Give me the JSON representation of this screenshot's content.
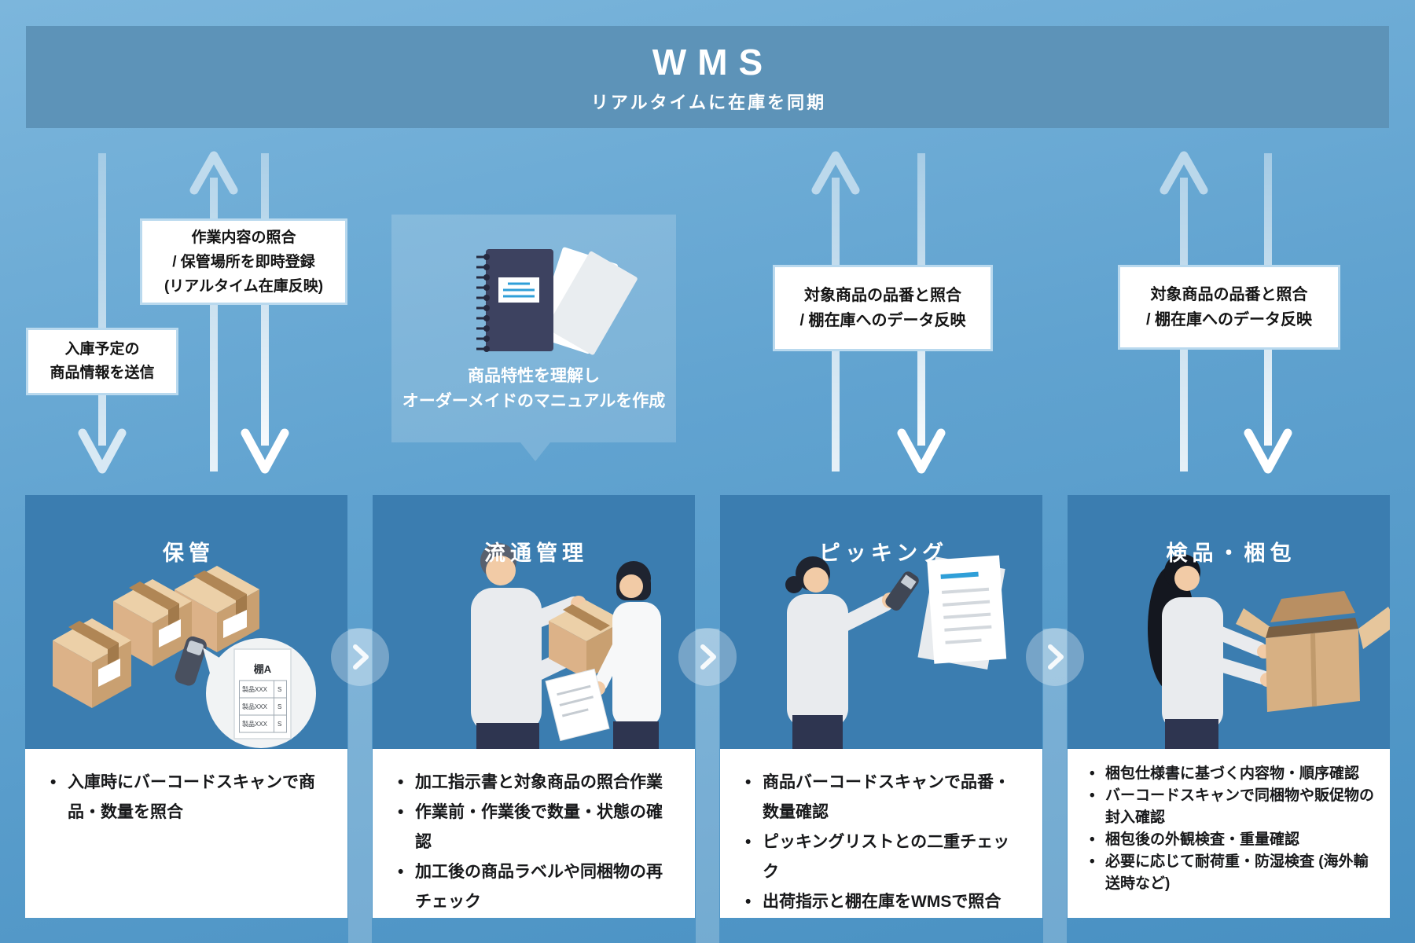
{
  "header": {
    "title": "WMS",
    "subtitle": "リアルタイムに在庫を同期"
  },
  "flow_labels": {
    "inbound": {
      "lines": [
        "入庫予定の",
        "商品情報を送信"
      ]
    },
    "storage_feedback": {
      "lines": [
        "作業内容の照合",
        "/ 保管場所を即時登録",
        "(リアルタイム在庫反映)"
      ]
    },
    "picking": {
      "lines": [
        "対象商品の品番と照合",
        "/ 棚在庫へのデータ反映"
      ]
    },
    "inspection": {
      "lines": [
        "対象商品の品番と照合",
        "/ 棚在庫へのデータ反映"
      ]
    }
  },
  "tooltip": {
    "lines": [
      "商品特性を理解し",
      "オーダーメイドのマニュアルを作成"
    ]
  },
  "columns": [
    {
      "title": "保管",
      "bullets": [
        "入庫時にバーコードスキャンで商品・数量を照合"
      ]
    },
    {
      "title": "流通管理",
      "bullets": [
        "加工指示書と対象商品の照合作業",
        "作業前・作業後で数量・状態の確認",
        "加工後の商品ラベルや同梱物の再チェック"
      ]
    },
    {
      "title": "ピッキング",
      "bullets": [
        "商品バーコードスキャンで品番・数量確認",
        "ピッキングリストとの二重チェック",
        "出荷指示と棚在庫をWMSで照合"
      ]
    },
    {
      "title": "検品・梱包",
      "bullets": [
        "梱包仕様書に基づく内容物・順序確認",
        "バーコードスキャンで同梱物や販促物の封入確認",
        "梱包後の外観検査・重量確認",
        "必要に応じて耐荷重・防湿検査 (海外輸送時など)"
      ]
    }
  ],
  "shelf_card": {
    "title": "棚A",
    "rows": [
      {
        "name": "製品XXX",
        "qty": "S"
      },
      {
        "name": "製品XXX",
        "qty": "S"
      },
      {
        "name": "製品XXX",
        "qty": "S"
      }
    ]
  },
  "colors": {
    "background_top": "#7cb6dc",
    "background_bottom": "#4890c2",
    "header_bar": "#5d93b8",
    "card_illustration_bg": "#3b7db0",
    "card_body_bg": "#ffffff",
    "label_box_border": "#b9d9ee",
    "arrow_white": "#ffffff",
    "text_dark": "#17181a",
    "text_white": "#ffffff",
    "carton_tan": "#d7b083",
    "illustration_navy": "#2e3550",
    "notebook_cover": "#3d4260",
    "accent_cyan": "#2f9fd8"
  }
}
